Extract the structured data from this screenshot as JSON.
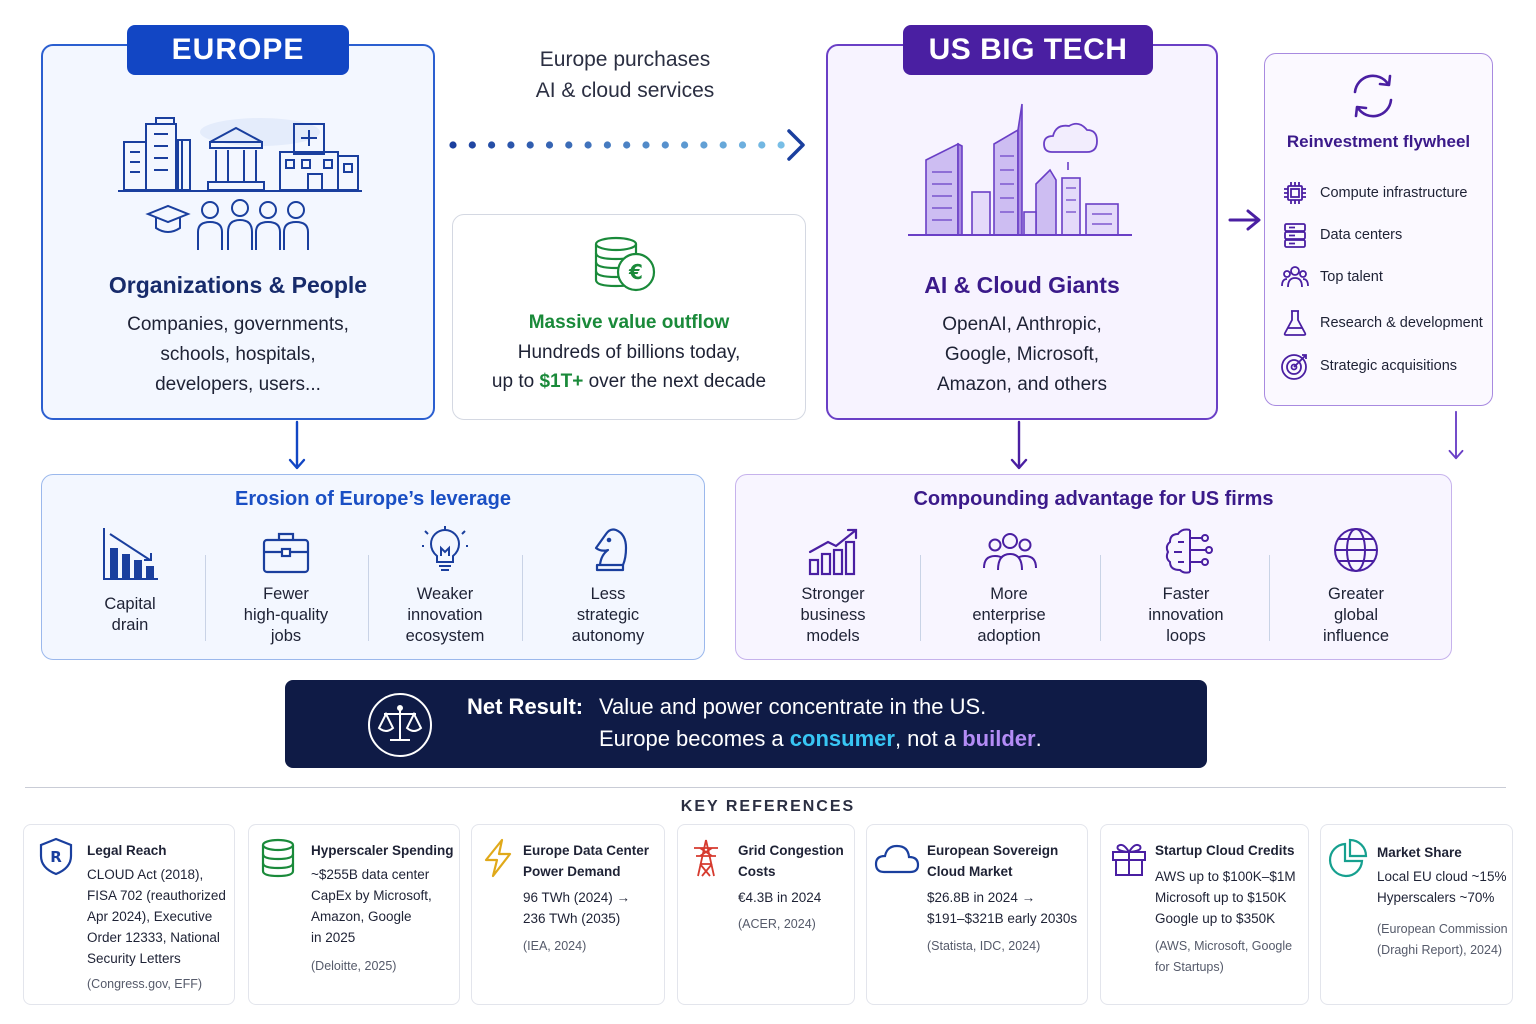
{
  "europe": {
    "pill": "EUROPE",
    "title": "Organizations & People",
    "desc": [
      "Companies, governments,",
      "schools, hospitals,",
      "developers, users..."
    ]
  },
  "flow": {
    "line1": "Europe purchases",
    "line2": "AI & cloud services"
  },
  "outflow": {
    "title": "Massive value outflow",
    "line1": "Hundreds of billions today,",
    "line2_pre": "up to ",
    "line2_highlight": "$1T+",
    "line2_post": " over the next decade"
  },
  "us": {
    "pill": "US BIG TECH",
    "title": "AI & Cloud Giants",
    "desc": [
      "OpenAI, Anthropic,",
      "Google, Microsoft,",
      "Amazon, and others"
    ]
  },
  "flywheel": {
    "title": "Reinvestment flywheel",
    "items": [
      {
        "label": "Compute infrastructure",
        "icon": "chip-icon"
      },
      {
        "label": "Data centers",
        "icon": "server-icon"
      },
      {
        "label": "Top talent",
        "icon": "people-icon"
      },
      {
        "label": "Research & development",
        "icon": "flask-icon"
      },
      {
        "label": "Strategic acquisitions",
        "icon": "target-icon"
      }
    ]
  },
  "erosion": {
    "title": "Erosion of Europe’s leverage",
    "items": [
      {
        "lines": [
          "Capital",
          "drain"
        ],
        "icon": "declining-bar-chart-icon"
      },
      {
        "lines": [
          "Fewer",
          "high-quality",
          "jobs"
        ],
        "icon": "briefcase-icon"
      },
      {
        "lines": [
          "Weaker",
          "innovation",
          "ecosystem"
        ],
        "icon": "lightbulb-icon"
      },
      {
        "lines": [
          "Less",
          "strategic",
          "autonomy"
        ],
        "icon": "chess-knight-icon"
      }
    ]
  },
  "compounding": {
    "title": "Compounding advantage for US firms",
    "items": [
      {
        "lines": [
          "Stronger",
          "business",
          "models"
        ],
        "icon": "growth-chart-icon"
      },
      {
        "lines": [
          "More",
          "enterprise",
          "adoption"
        ],
        "icon": "group-icon"
      },
      {
        "lines": [
          "Faster",
          "innovation",
          "loops"
        ],
        "icon": "brain-circuit-icon"
      },
      {
        "lines": [
          "Greater",
          "global",
          "influence"
        ],
        "icon": "globe-icon"
      }
    ]
  },
  "net": {
    "label": "Net Result:",
    "line1": "Value and power concentrate in the US.",
    "line2_pre": "Europe becomes a ",
    "line2_a": "consumer",
    "line2_mid": ", not a ",
    "line2_b": "builder",
    "line2_post": "."
  },
  "references": {
    "heading": "KEY REFERENCES",
    "cards": [
      {
        "title": "Legal Reach",
        "body": [
          "CLOUD Act (2018),",
          "FISA 702 (reauthorized",
          "Apr 2024), Executive",
          "Order 12333, National",
          "Security Letters"
        ],
        "source": "(Congress.gov, EFF)",
        "icon": "shield-r-icon"
      },
      {
        "title": "Hyperscaler Spending",
        "body": [
          "~$255B data center",
          "CapEx by Microsoft,",
          "Amazon, Google",
          "in 2025"
        ],
        "source": "(Deloitte, 2025)",
        "icon": "database-icon"
      },
      {
        "title": "Europe Data Center Power Demand",
        "title_lines": [
          "Europe Data Center",
          "Power Demand"
        ],
        "body": [
          "96 TWh (2024) →",
          "236 TWh (2035)"
        ],
        "source": "(IEA, 2024)",
        "icon": "lightning-icon"
      },
      {
        "title": "Grid Congestion Costs",
        "title_lines": [
          "Grid Congestion",
          "Costs"
        ],
        "body": [
          "€4.3B in 2024"
        ],
        "source": "(ACER, 2024)",
        "icon": "power-tower-icon"
      },
      {
        "title": "European Sovereign Cloud Market",
        "title_lines": [
          "European Sovereign",
          "Cloud Market"
        ],
        "body": [
          "$26.8B in 2024 →",
          "$191–$321B early 2030s"
        ],
        "source": "(Statista, IDC, 2024)",
        "icon": "cloud-icon"
      },
      {
        "title": "Startup Cloud Credits",
        "body": [
          "AWS up to $100K–$1M",
          "Microsoft up to $150K",
          "Google up to $350K"
        ],
        "source_lines": [
          "(AWS, Microsoft, Google",
          "for Startups)"
        ],
        "icon": "gift-icon"
      },
      {
        "title": "Market Share",
        "body": [
          "Local EU cloud ~15%",
          "Hyperscalers ~70%"
        ],
        "source_lines": [
          "(European Commission",
          "(Draghi Report), 2024)"
        ],
        "icon": "pie-chart-icon"
      }
    ]
  },
  "colors": {
    "europe_blue": "#1246c4",
    "us_purple": "#4a1fa2",
    "outflow_green": "#1a8a3a",
    "net_navy": "#0f1b46",
    "consumer_cyan": "#38c6f4",
    "builder_violet": "#b48cf6"
  }
}
